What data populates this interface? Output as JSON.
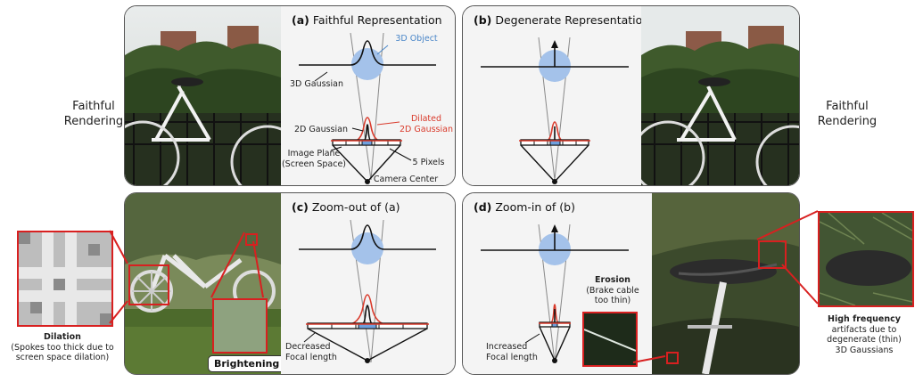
{
  "left_label": [
    "Faithful",
    "Rendering"
  ],
  "right_label": [
    "Faithful",
    "Rendering"
  ],
  "panels": {
    "a": {
      "tag": "(a)",
      "title": "Faithful Representation"
    },
    "b": {
      "tag": "(b)",
      "title": "Degenerate Representation"
    },
    "c": {
      "tag": "(c)",
      "title": "Zoom-out of (a)"
    },
    "d": {
      "tag": "(d)",
      "title": "Zoom-in of (b)"
    }
  },
  "diagram_labels": {
    "object_3d": "3D Object",
    "gaussian_3d": "3D Gaussian",
    "gaussian_2d": "2D Gaussian",
    "dilated_1": "Dilated",
    "dilated_2": "2D Gaussian",
    "image_plane_1": "Image Plane",
    "image_plane_2": "(Screen Space)",
    "pixels": "5 Pixels",
    "camera_center": "Camera Center",
    "decreased_1": "Decreased",
    "decreased_2": "Focal length",
    "increased_1": "Increased",
    "increased_2": "Focal length"
  },
  "annotations": {
    "dilation_title": "Dilation",
    "dilation_1": "(Spokes too thick due to",
    "dilation_2": "screen space dilation)",
    "brightening": "Brightening",
    "erosion_title": "Erosion",
    "erosion_1": "(Brake cable",
    "erosion_2": "too thin)",
    "hf_title": "High frequency",
    "hf_1": "artifacts due to",
    "hf_2": "degenerate (thin)",
    "hf_3": "3D Gaussians"
  },
  "colors": {
    "red": "#d93a2b",
    "blue_fill": "#a4c2ea",
    "blue_text": "#4a86c8",
    "highlight": "#d82020"
  }
}
